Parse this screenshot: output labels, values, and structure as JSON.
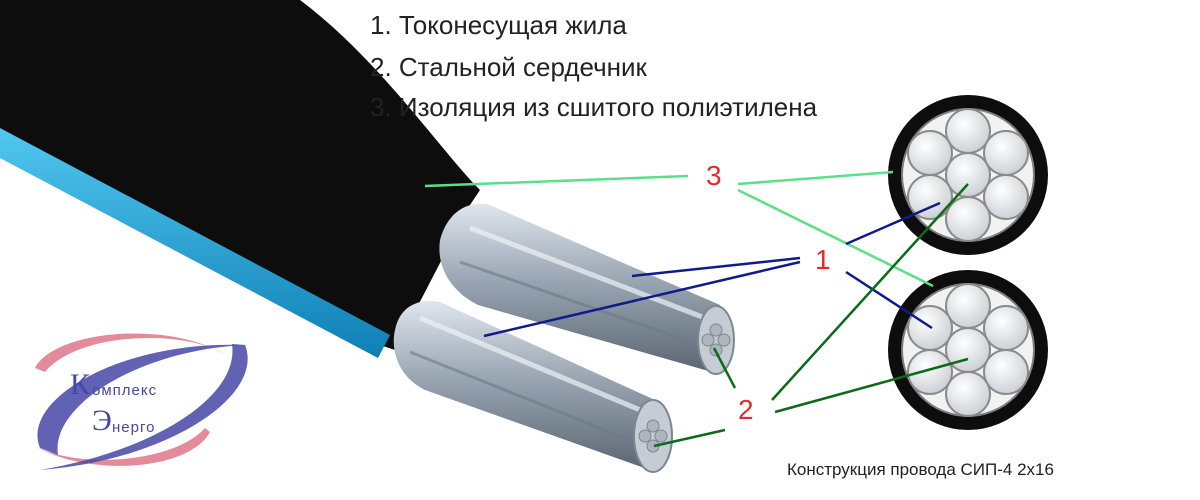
{
  "legend": {
    "item1": "1. Токонесущая жила",
    "item2": "2. Стальной сердечник",
    "item3": "3. Изоляция из сшитого полиэтилена"
  },
  "callouts": {
    "one": "1",
    "two": "2",
    "three": "3"
  },
  "caption": "Конструкция провода СИП-4 2х16",
  "logo": {
    "initial1": "К",
    "rest1": "омплекс",
    "initial2": "Э",
    "rest2": "нерго",
    "text": "Комплекс Энерго"
  },
  "colors": {
    "cable_black": "#0d0d0d",
    "cable_blue": "#1aa3d9",
    "callout_red": "#e32b2b",
    "line_navy": "#101a8c",
    "line_green": "#0b6b1a",
    "line_light_green": "#5be08a",
    "logo_blue": "#4646a8",
    "logo_pink": "#e58a9b"
  }
}
